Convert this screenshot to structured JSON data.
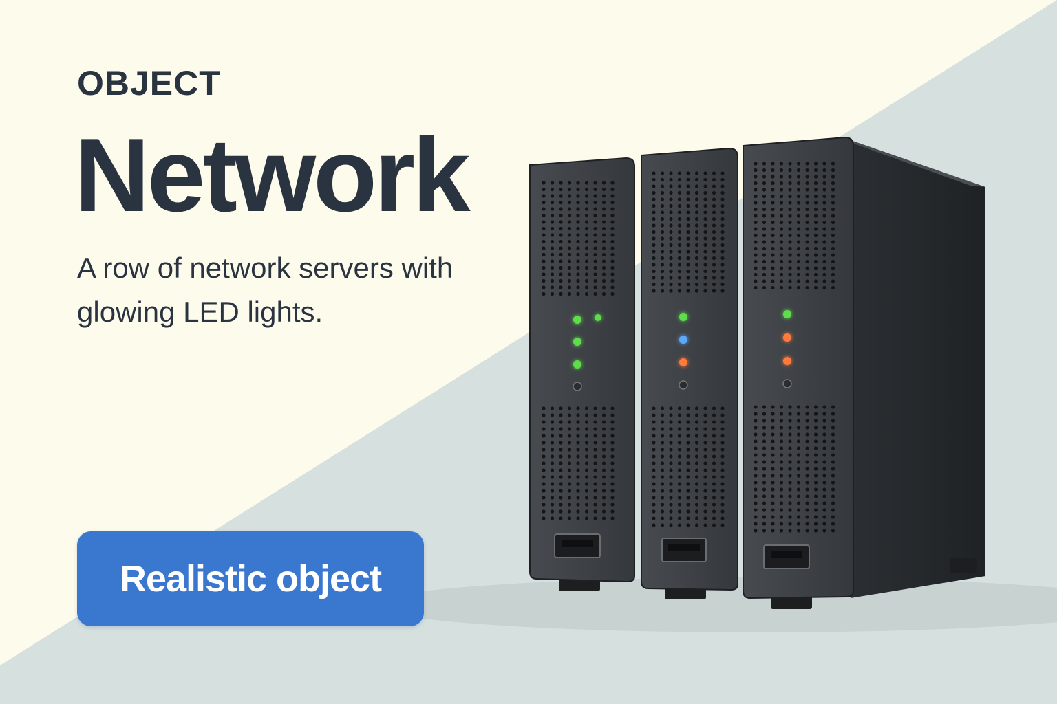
{
  "theme": {
    "bg_cream": "#fdfbec",
    "bg_slate": "#d5e0df",
    "text_dark": "#2a3340",
    "button_blue": "#3a78d0",
    "chassis": "#3a3e42",
    "chassis_dark": "#26292c",
    "led_green": "#5fdc4a",
    "led_blue": "#5aa9ff",
    "led_orange": "#ff7a3a"
  },
  "hero": {
    "category": "OBJECT",
    "title": "Network",
    "description": "A row of network servers with glowing LED lights.",
    "button_label": "Realistic object"
  },
  "illustration": {
    "subject": "server-rack",
    "units": [
      {
        "leds": [
          "green",
          "green",
          "green",
          "off"
        ],
        "extra_led": "green",
        "port": "usb-port-icon"
      },
      {
        "leds": [
          "green",
          "blue",
          "orange",
          "off"
        ],
        "port": "usb-port-icon"
      },
      {
        "leds": [
          "green",
          "orange",
          "orange",
          "off"
        ],
        "port": "usb-port-icon"
      }
    ]
  }
}
